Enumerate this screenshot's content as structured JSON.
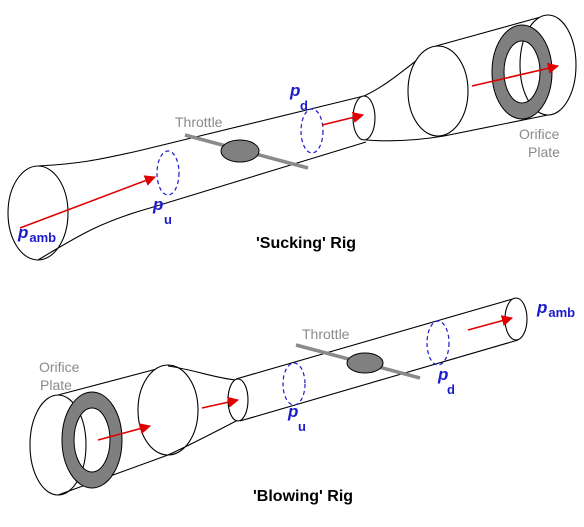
{
  "colors": {
    "flow_arrow": "#e00000",
    "pressure_label": "#1a1acc",
    "component_label": "#8a8a8a",
    "plate_fill": "#7f7f7f",
    "valve_fill": "#808080"
  },
  "sucking_rig": {
    "title": "'Sucking' Rig",
    "p_amb": {
      "symbol": "p",
      "sub": "amb"
    },
    "p_u": {
      "symbol": "p",
      "sub": "u"
    },
    "p_d": {
      "symbol": "p",
      "sub": "d"
    },
    "throttle_label": "Throttle",
    "orifice_label_line1": "Orifice",
    "orifice_label_line2": "Plate"
  },
  "blowing_rig": {
    "title": "'Blowing' Rig",
    "p_amb": {
      "symbol": "p",
      "sub": "amb"
    },
    "p_u": {
      "symbol": "p",
      "sub": "u"
    },
    "p_d": {
      "symbol": "p",
      "sub": "d"
    },
    "throttle_label": "Throttle",
    "orifice_label_line1": "Orifice",
    "orifice_label_line2": "Plate"
  }
}
